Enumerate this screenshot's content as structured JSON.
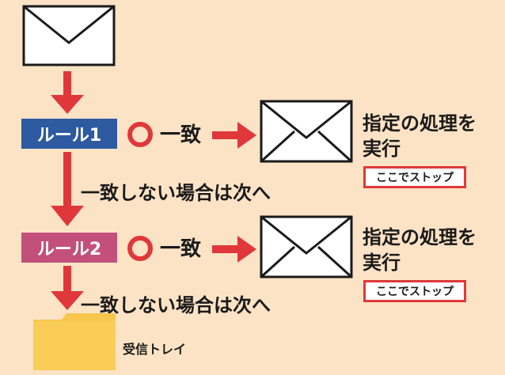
{
  "rules": [
    {
      "label": "ルール1",
      "color": "#2d5aa0",
      "match_text": "一致",
      "result_line1": "指定の処理を",
      "result_line2": "実行",
      "stop_text": "ここでストップ",
      "next_text": "一致しない場合は次へ"
    },
    {
      "label": "ルール2",
      "color": "#c2507a",
      "match_text": "一致",
      "result_line1": "指定の処理を",
      "result_line2": "実行",
      "stop_text": "ここでストップ",
      "next_text": "一致しない場合は次へ"
    }
  ],
  "inbox": {
    "label": "受信トレイ",
    "color": "#f7c64a"
  },
  "icons": {
    "envelope": "envelope-icon",
    "folder": "folder-icon",
    "circle": "match-circle-icon",
    "arrow": "arrow-icon"
  },
  "colors": {
    "arrow": "#e0383a",
    "background": "#fde3c6",
    "circle": "#e0383a"
  }
}
